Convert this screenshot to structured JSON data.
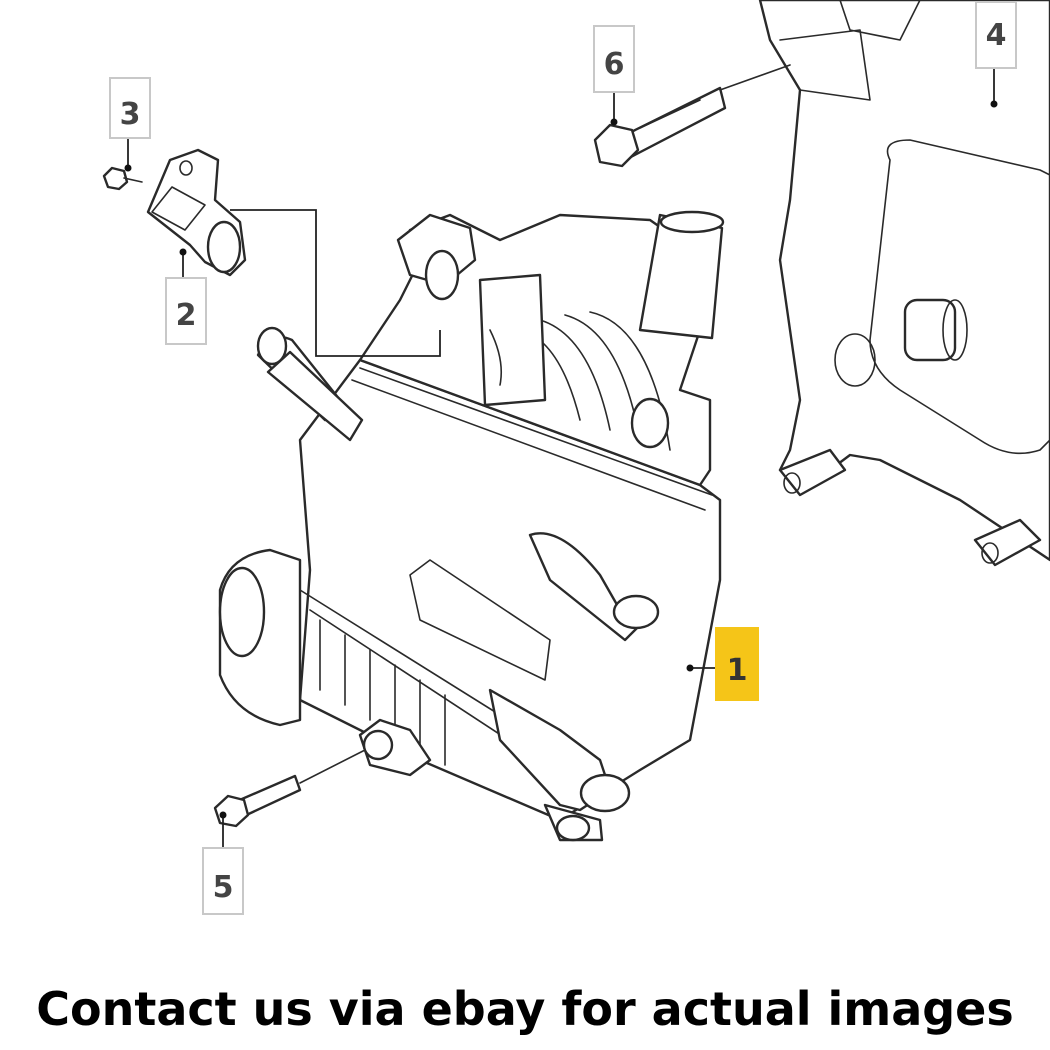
{
  "diagram": {
    "callouts": [
      {
        "id": "c1",
        "label": "1",
        "highlighted": true
      },
      {
        "id": "c2",
        "label": "2",
        "highlighted": false
      },
      {
        "id": "c3",
        "label": "3",
        "highlighted": false
      },
      {
        "id": "c4",
        "label": "4",
        "highlighted": false
      },
      {
        "id": "c5",
        "label": "5",
        "highlighted": false
      },
      {
        "id": "c6",
        "label": "6",
        "highlighted": false
      }
    ],
    "highlight_color": "#f5c518"
  },
  "footer": {
    "caption": "Contact us via ebay for actual images"
  }
}
